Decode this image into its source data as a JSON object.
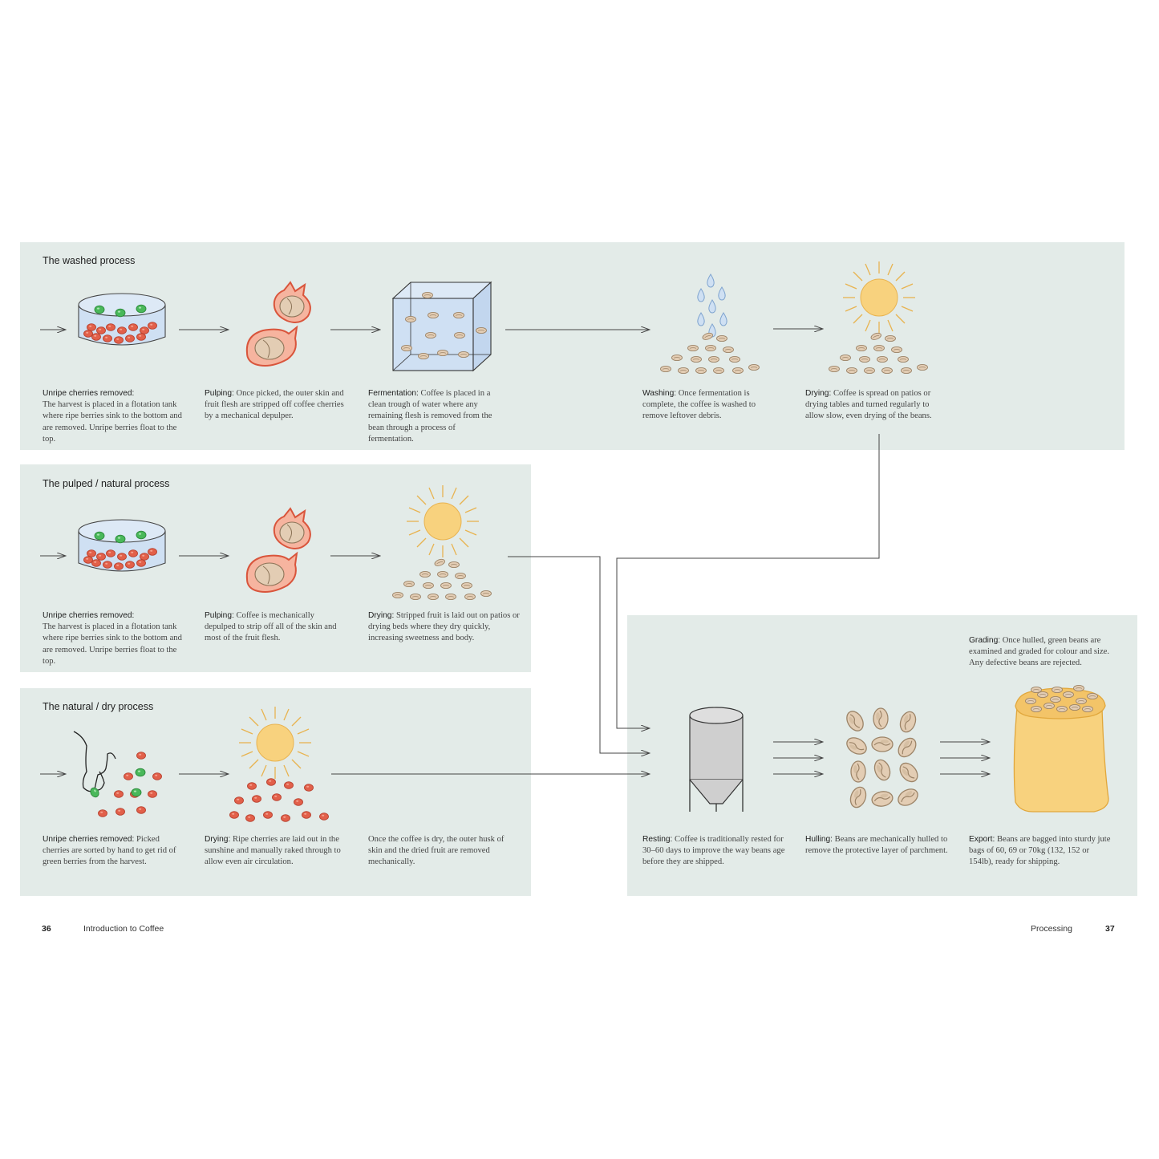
{
  "panels": {
    "washed": {
      "title": "The washed process",
      "steps": [
        {
          "label": "Unripe cherries removed:",
          "text": "The harvest is placed in a flotation tank where ripe berries sink to the bottom and are removed. Unripe berries float to the top."
        },
        {
          "label": "Pulping:",
          "text": "Once picked, the outer skin and fruit flesh are stripped off coffee cherries by a mechanical depulper."
        },
        {
          "label": "Fermentation:",
          "text": "Coffee is placed in a clean trough of water where any remaining flesh is removed from the bean through a process of fermentation."
        },
        {
          "label": "Washing:",
          "text": "Once fermentation is complete, the coffee is washed to remove leftover debris."
        },
        {
          "label": "Drying:",
          "text": "Coffee is spread on patios or drying tables and turned regularly to allow slow, even drying of the beans."
        }
      ]
    },
    "pulped": {
      "title": "The pulped / natural process",
      "steps": [
        {
          "label": "Unripe cherries removed:",
          "text": "The harvest is placed in a flotation tank where ripe berries sink to the bottom and are removed. Unripe berries float to the top."
        },
        {
          "label": "Pulping:",
          "text": "Coffee is mechanically depulped to strip off all of the skin and most of the fruit flesh."
        },
        {
          "label": "Drying:",
          "text": "Stripped fruit is laid out on patios or drying beds where they dry quickly, increasing sweetness and body."
        }
      ]
    },
    "natural": {
      "title": "The natural / dry process",
      "steps": [
        {
          "label": "Unripe cherries removed:",
          "text": "Picked cherries are sorted by hand to get rid of green berries from the harvest."
        },
        {
          "label": "Drying:",
          "text": "Ripe cherries are laid out in the sunshine and manually raked through to allow even air circulation."
        },
        {
          "label": "",
          "text": "Once the coffee is dry, the outer husk of skin and the dried fruit are removed mechanically."
        }
      ]
    },
    "final": {
      "grading": {
        "label": "Grading:",
        "text": "Once hulled, green beans are examined and graded for colour and size. Any defective beans are rejected."
      },
      "steps": [
        {
          "label": "Resting:",
          "text": "Coffee is traditionally rested for 30–60 days to improve the way beans age before they are shipped."
        },
        {
          "label": "Hulling:",
          "text": "Beans are mechanically hulled to remove the protective layer of parchment."
        },
        {
          "label": "Export:",
          "text": "Beans are bagged into sturdy jute bags of 60, 69 or 70kg (132, 152 or 154lb), ready for shipping."
        }
      ]
    }
  },
  "footer": {
    "left_page": "36",
    "left_title": "Introduction to Coffee",
    "right_title": "Processing",
    "right_page": "37"
  },
  "colors": {
    "panel": "#e3ebe8",
    "cherry": "#e2604a",
    "unripe": "#49b85a",
    "water": "#cfe0f3",
    "bean": "#e3cdb4",
    "sun": "#f8d27e",
    "silo": "#cfcfcf",
    "sack": "#f8d27e"
  },
  "icons": [
    "flotation-tank-icon",
    "depulped-cherry-icon",
    "fermentation-tank-icon",
    "washing-water-icon",
    "sun-drying-icon",
    "hand-sorting-icon",
    "silo-icon",
    "hulled-beans-icon",
    "jute-sack-icon"
  ]
}
